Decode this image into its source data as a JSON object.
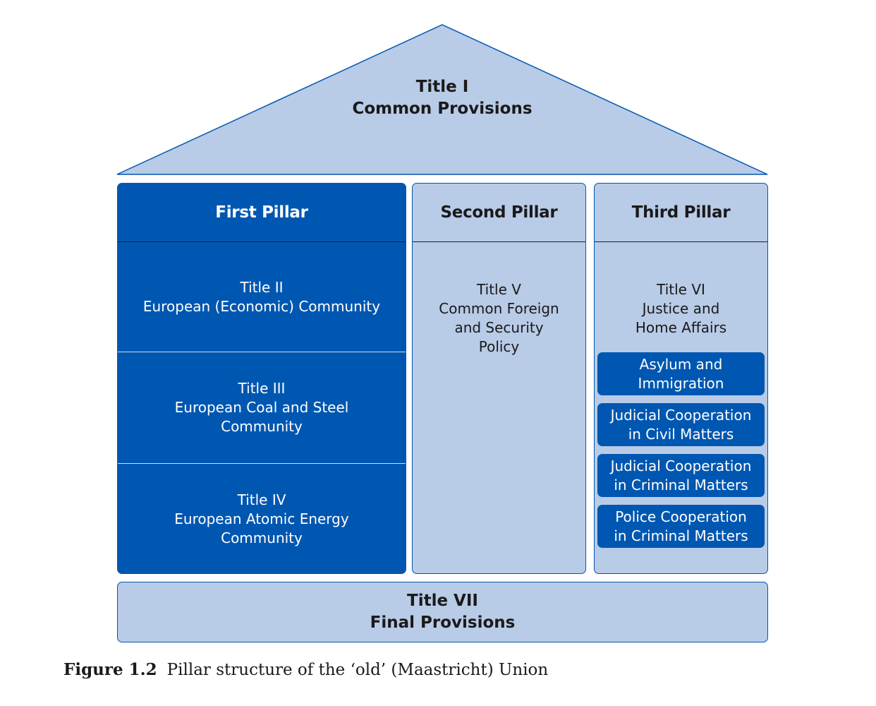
{
  "roof": {
    "line1": "Title I",
    "line2": "Common Provisions"
  },
  "pillars": {
    "first": {
      "heading": "First Pillar",
      "sections": [
        {
          "line1": "Title II",
          "line2": "European (Economic) Community"
        },
        {
          "line1": "Title III",
          "line2": "European Coal and Steel",
          "line3": "Community"
        },
        {
          "line1": "Title IV",
          "line2": "European Atomic Energy",
          "line3": "Community"
        }
      ]
    },
    "second": {
      "heading": "Second Pillar",
      "line1": "Title V",
      "line2": "Common Foreign",
      "line3": "and Security",
      "line4": "Policy"
    },
    "third": {
      "heading": "Third Pillar",
      "line1": "Title VI",
      "line2": "Justice and",
      "line3": "Home Affairs",
      "subsections": [
        {
          "line1": "Asylum and",
          "line2": "Immigration"
        },
        {
          "line1": "Judicial Cooperation",
          "line2": "in Civil Matters"
        },
        {
          "line1": "Judicial Cooperation",
          "line2": "in Criminal Matters"
        },
        {
          "line1": "Police Cooperation",
          "line2": "in Criminal Matters"
        }
      ]
    }
  },
  "foundation": {
    "line1": "Title VII",
    "line2": "Final Provisions"
  },
  "caption": {
    "label": "Figure 1.2",
    "text": "Pillar structure of the ‘old’ (Maastricht) Union"
  },
  "colors": {
    "dark_blue": "#0057b1",
    "light_blue": "#b8cbe7"
  }
}
